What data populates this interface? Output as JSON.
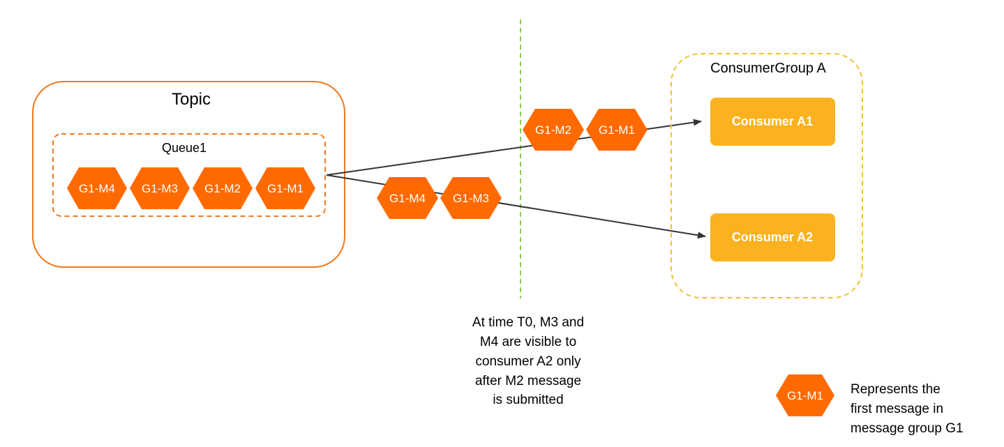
{
  "topic": {
    "title": "Topic"
  },
  "queue": {
    "title": "Queue1",
    "messages": [
      "G1-M4",
      "G1-M3",
      "G1-M2",
      "G1-M1"
    ]
  },
  "path_a1": {
    "messages": [
      "G1-M2",
      "G1-M1"
    ]
  },
  "path_a2": {
    "messages": [
      "G1-M4",
      "G1-M3"
    ]
  },
  "consumer_group": {
    "title": "ConsumerGroup A",
    "consumer_a1": "Consumer A1",
    "consumer_a2": "Consumer A2"
  },
  "note": {
    "lines": [
      "At time T0, M3 and",
      "M4 are visible to",
      "consumer A2 only",
      "after M2 message",
      "is submitted"
    ]
  },
  "legend": {
    "sample": "G1-M1",
    "lines": [
      "Represents the",
      "first message in",
      "message group G1"
    ]
  },
  "colors": {
    "hex_fill": "#FF6A00",
    "consumer_fill": "#FCB21E",
    "topic_border": "#F07819",
    "group_border": "#F2C12E",
    "divider": "#8DCB4A",
    "arrow": "#333333"
  }
}
